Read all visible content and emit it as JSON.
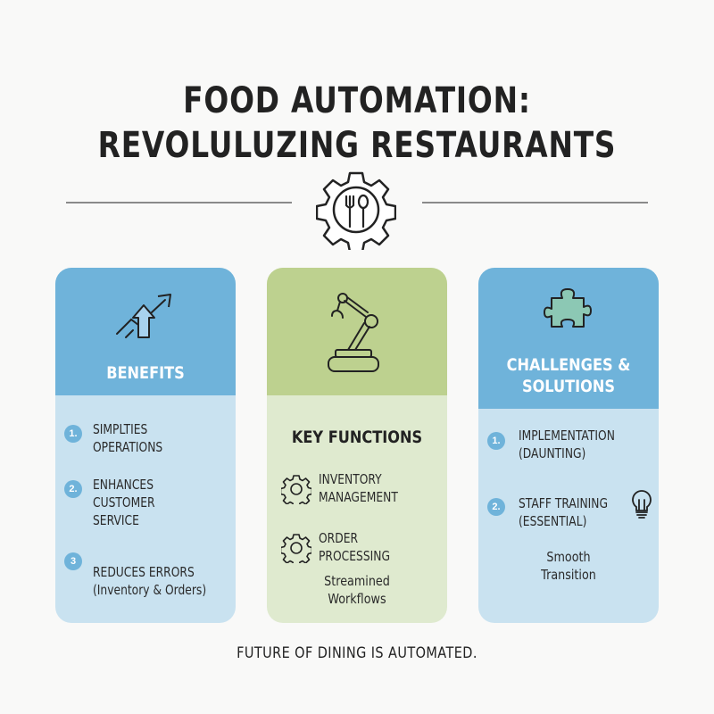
{
  "title": {
    "line1": "FOOD AUTOMATION:",
    "line2": "REVOLULUZING RESTAURANTS"
  },
  "hub_icon": "gear-with-fork-spoon-icon",
  "colors": {
    "blue_header": "#6fb3da",
    "blue_body": "#c9e2f0",
    "green_header": "#bdd18f",
    "green_body": "#dfeacf",
    "text": "#222222",
    "background": "#f9f9f8"
  },
  "cards": {
    "benefits": {
      "icon": "upward-arrows-icon",
      "label": "BENEFITS",
      "items": [
        {
          "num": "1.",
          "text": "SIMPLTIES\nOPERATIONS"
        },
        {
          "num": "2.",
          "text": "ENHANCES\nCUSTOMER\nSERVICE"
        },
        {
          "num": "3",
          "text": "REDUCES ERRORS",
          "sub": "(Inventory & Orders)"
        }
      ]
    },
    "key_functions": {
      "icon": "robotic-arm-icon",
      "label": "KEY FUNCTIONS",
      "items": [
        {
          "icon": "gear-icon",
          "text": "INVENTORY\nMANAGEMENT"
        },
        {
          "icon": "gear-icon",
          "text": "ORDER\nPROCESSING"
        }
      ],
      "note": "Streamined\nWorkflows"
    },
    "challenges": {
      "icon": "puzzle-piece-icon",
      "label": "CHALLENGES &\nSOLUTIONS",
      "items": [
        {
          "num": "1.",
          "text": "IMPLEMENTATION\n(DAUNTING)"
        },
        {
          "num": "2.",
          "text": "STAFF TRAINING\n(ESSENTIAL)",
          "icon": "lightbulb-icon"
        }
      ],
      "note": "Smooth\nTransition"
    }
  },
  "footer": "FUTURE OF DINING IS AUTOMATED."
}
